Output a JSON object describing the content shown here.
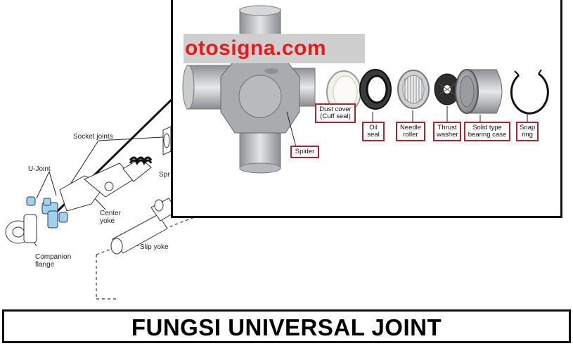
{
  "watermark": "otosigna.com",
  "title": "FUNGSI UNIVERSAL JOINT",
  "driveshaft_labels": {
    "u_joint": "U-Joint",
    "socket_joints": "Socket joints",
    "spring": "Spr",
    "center_yoke": "Center\nyoke",
    "slip_yoke": "Slip yoke",
    "companion_flange": "Companion\nflange"
  },
  "part_labels": {
    "spider": "Spider",
    "dust_cover": "Dust cover\n(Cuff seal)",
    "oil_seal": "Oil\nseal",
    "needle_roller": "Needle\nroller",
    "thrust_washer": "Thrust\nwasher",
    "bearing_case": "Solid type\nbearing case",
    "snap_ring": "Snap\nring"
  },
  "colors": {
    "label_border": "#b3222a",
    "watermark_text": "#e41b1b",
    "metal": "#b9bcbf",
    "u_joint_blue": "#9fd3ec"
  }
}
